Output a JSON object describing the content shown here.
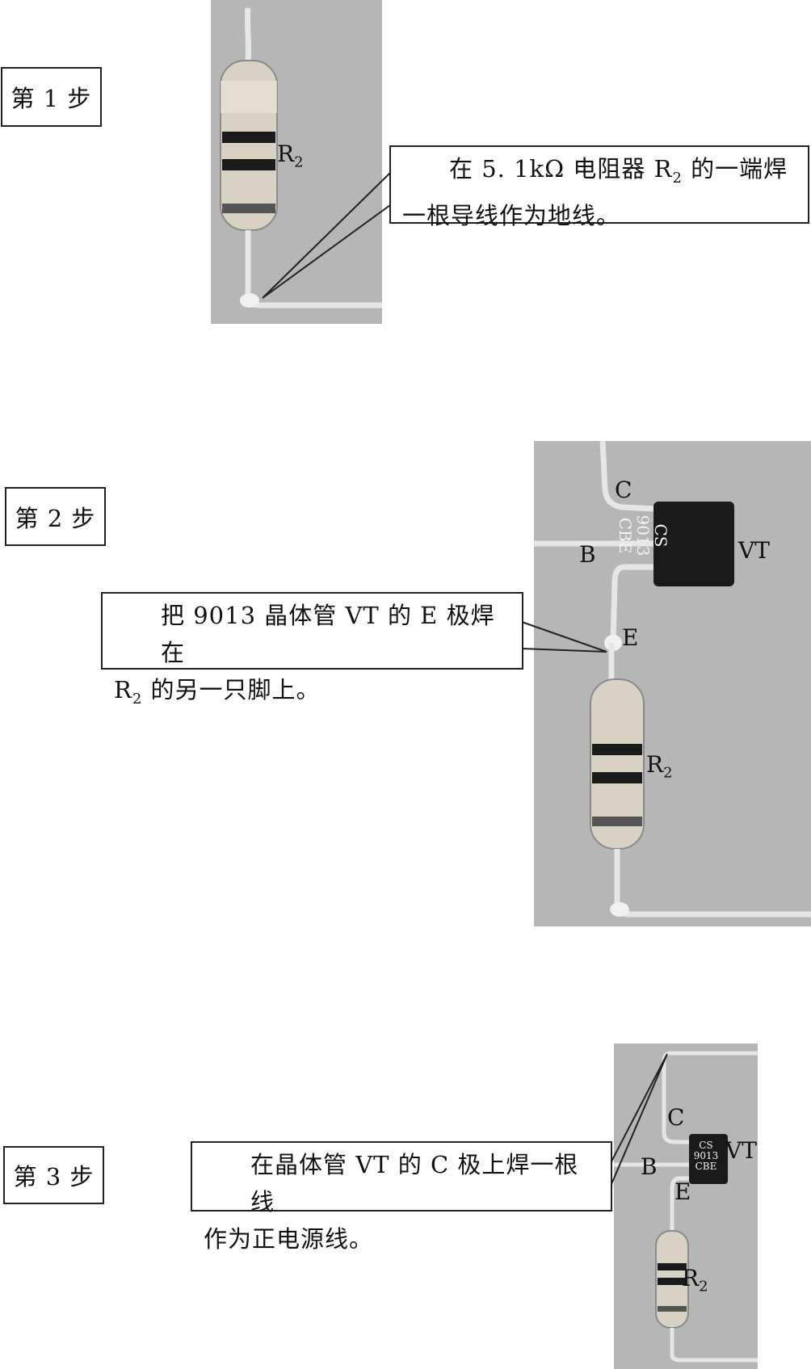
{
  "steps": [
    {
      "label": "第 1 步",
      "note_line1": "在 5. 1kΩ 电阻器 R",
      "note_sub": "2",
      "note_line1_end": " 的一端焊",
      "note_line2": "一根导线作为地线。",
      "labels": {
        "r": "R",
        "r_sub": "2"
      }
    },
    {
      "label": "第 2 步",
      "note_line1": "把 9013 晶体管 VT 的 E 极焊在",
      "note_line2_pre": "R",
      "note_sub": "2",
      "note_line2": " 的另一只脚上。",
      "labels": {
        "c": "C",
        "b": "B",
        "e": "E",
        "vt": "VT",
        "r": "R",
        "r_sub": "2",
        "chip_line1": "CS",
        "chip_line2": "9013",
        "chip_line3": "CBE"
      }
    },
    {
      "label": "第 3 步",
      "note_line1": "在晶体管 VT 的 C 极上焊一根线",
      "note_line2": "作为正电源线。",
      "labels": {
        "c": "C",
        "b": "B",
        "e": "E",
        "vt": "VT",
        "r": "R",
        "r_sub": "2",
        "chip_line1": "CS",
        "chip_line2": "9013",
        "chip_line3": "CBE"
      }
    }
  ],
  "colors": {
    "photo_bg": "#b6b6b6",
    "wire": "#e8e8e8",
    "chip": "#1a1a1a"
  }
}
